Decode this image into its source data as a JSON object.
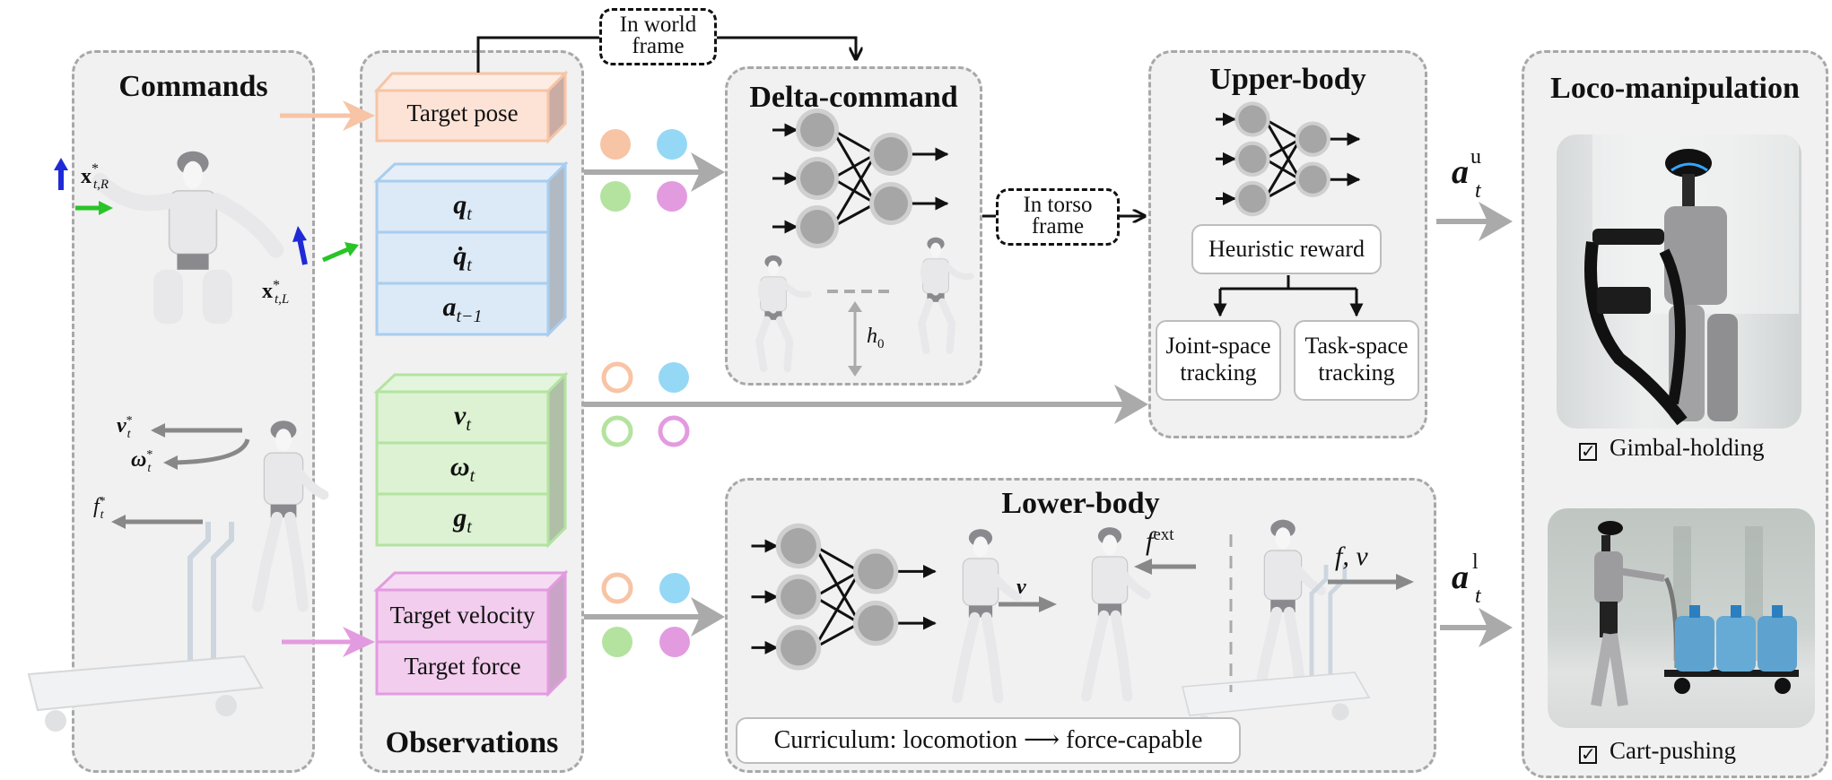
{
  "colors": {
    "panel_bg": "#f1f1f1",
    "panel_border": "#a8a8a8",
    "arrow_gray": "#aaaaaa",
    "pose_orange": "#f7c4a6",
    "pose_fill": "#fde3d6",
    "proprio_blue": "#a8cdef",
    "proprio_fill": "#dce9f6",
    "base_green": "#b4e3a0",
    "base_fill": "#dcf2d3",
    "target_pink": "#e39be0",
    "target_fill": "#f2cdee",
    "dot_cyan": "#95d8f5"
  },
  "commands": {
    "title": "Commands",
    "labels": {
      "right_hand_pose": "x*t,R",
      "left_hand_pose": "x*t,L",
      "linear_velocity": "v*t",
      "angular_velocity": "ω*t",
      "force": "f*t"
    }
  },
  "observations": {
    "title": "Observations",
    "target_pose": "Target pose",
    "proprio": [
      "q_t",
      "q̇_t",
      "a_t−1"
    ],
    "base": [
      "v_t",
      "ω_t",
      "g_t"
    ],
    "targets": [
      "Target velocity",
      "Target force"
    ]
  },
  "frames": {
    "world": [
      "In world",
      "frame"
    ],
    "torso": [
      "In torso",
      "frame"
    ]
  },
  "delta_command": {
    "title": "Delta-command",
    "height_label": "h0"
  },
  "upper_body": {
    "title": "Upper-body",
    "reward": "Heuristic reward",
    "branches": [
      [
        "Joint-space",
        "tracking"
      ],
      [
        "Task-space",
        "tracking"
      ]
    ],
    "action": "a_t^u"
  },
  "lower_body": {
    "title": "Lower-body",
    "velocity_label": "v",
    "force_label": "f^ext",
    "cart_label": "f, v",
    "curriculum": "Curriculum: locomotion ⟶ force-capable",
    "action": "a_t^l"
  },
  "loco_manipulation": {
    "title": "Loco-manipulation",
    "tasks": [
      {
        "label": "Gimbal-holding",
        "checked": true
      },
      {
        "label": "Cart-pushing",
        "checked": true
      }
    ],
    "check_glyph": "✓"
  },
  "dot_groups": [
    {
      "name": "delta-inputs",
      "pose": "filled",
      "proprio": "filled",
      "base": "filled",
      "target": "filled"
    },
    {
      "name": "upper-inputs",
      "pose": "hollow",
      "proprio": "filled",
      "base": "hollow",
      "target": "hollow"
    },
    {
      "name": "lower-inputs",
      "pose": "hollow",
      "proprio": "filled",
      "base": "filled",
      "target": "filled"
    }
  ]
}
